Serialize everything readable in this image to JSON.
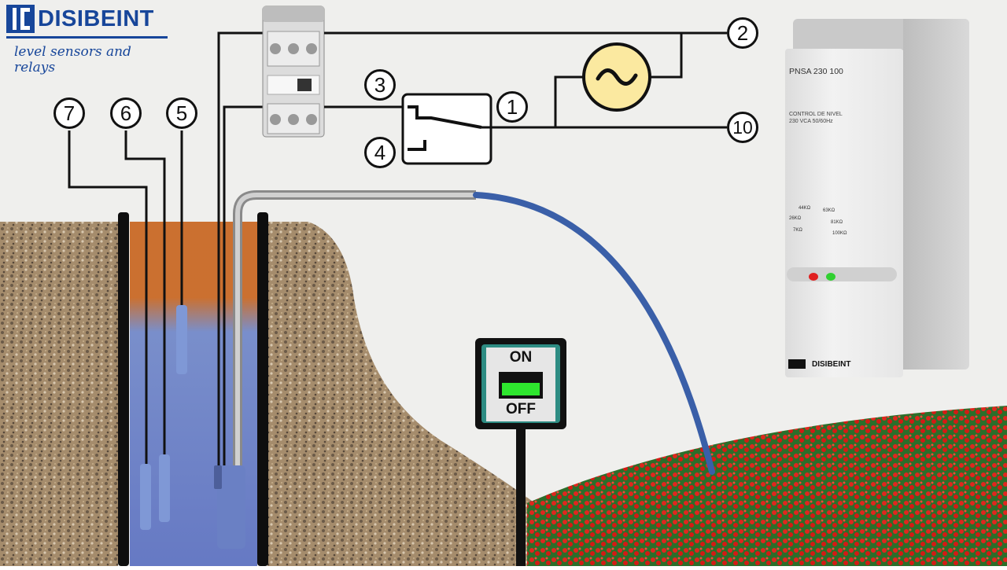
{
  "brand": {
    "name": "DISIBEINT",
    "tagline": "level sensors and relays"
  },
  "callouts": {
    "c1": "1",
    "c2": "2",
    "c3": "3",
    "c4": "4",
    "c5": "5",
    "c6": "6",
    "c7": "7",
    "c10": "10"
  },
  "relay": {
    "model": "PNSA 230 100",
    "function": "CONTROL DE NIVEL",
    "voltage": "230 VCA  50/60Hz",
    "dial": [
      "44KΩ",
      "63KΩ",
      "26KΩ",
      "81KΩ",
      "7KΩ",
      "100KΩ"
    ],
    "brand": "DISIBEINT",
    "led_colors": [
      "#e02020",
      "#30d030"
    ]
  },
  "switch_sign": {
    "on": "ON",
    "off": "OFF"
  },
  "colors": {
    "wire": "#111111",
    "water": "#5a78c8",
    "hose": "#3a5fa8",
    "flowers": "#e0261e",
    "source": "#fbe9a0"
  }
}
